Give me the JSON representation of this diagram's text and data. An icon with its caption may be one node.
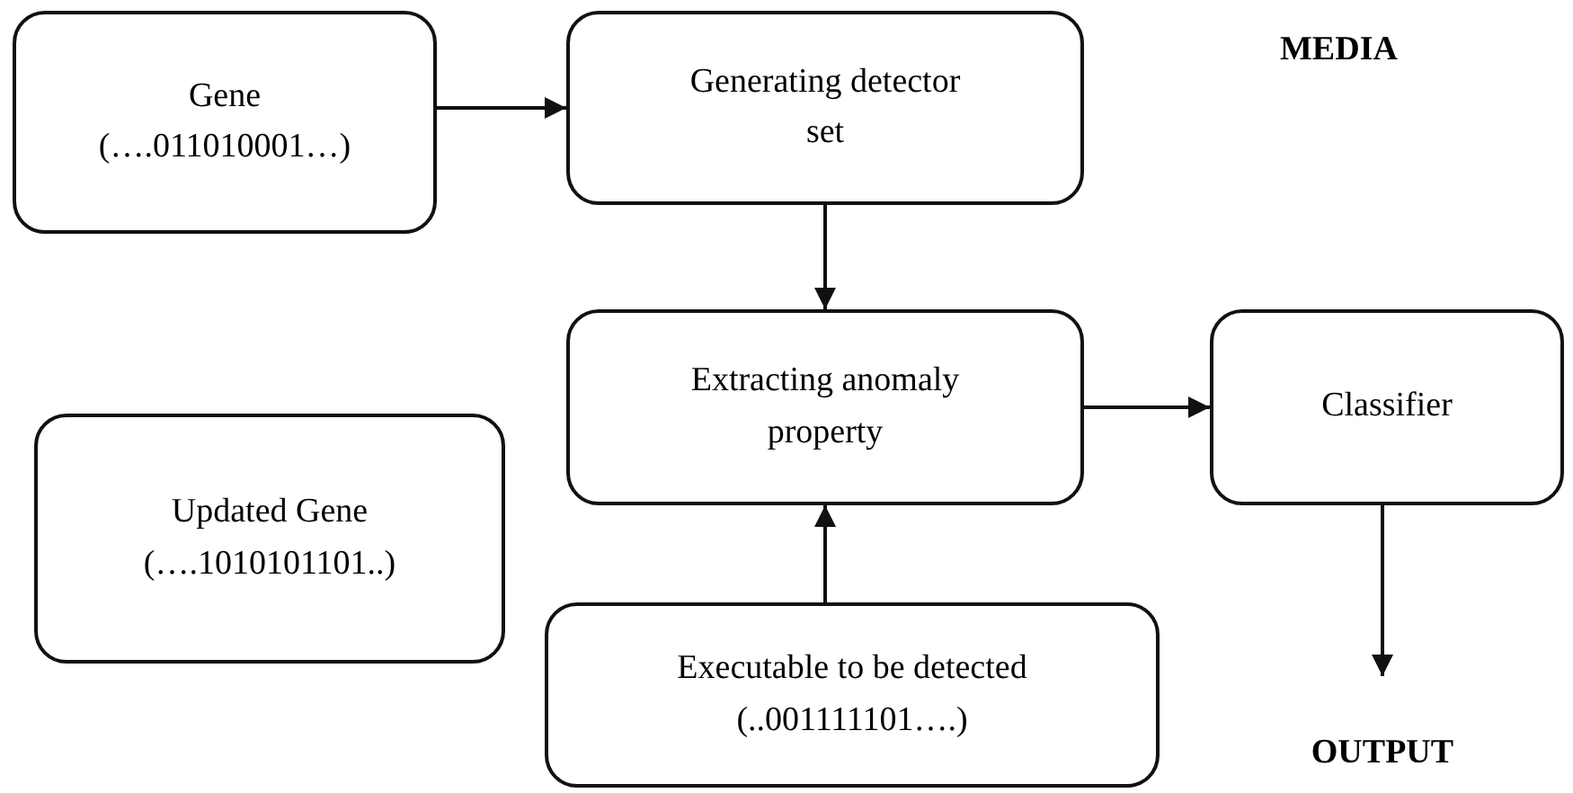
{
  "diagram": {
    "nodes": [
      {
        "text": [
          "Gene",
          "(….011010001…)"
        ]
      },
      {
        "text": [
          "Generating detector set"
        ]
      },
      {
        "text": [
          "Extracting anomaly property"
        ]
      },
      {
        "text": [
          "Classifier"
        ]
      },
      {
        "text": [
          "Updated Gene",
          "(….1010101101..)"
        ]
      },
      {
        "text": [
          "Executable to be detected",
          "(..001111101….)"
        ]
      },
      {
        "text": [
          "OUTPUT"
        ]
      }
    ],
    "edges": [
      {
        "from": 0,
        "to": 1,
        "arrow": "to"
      },
      {
        "from": 1,
        "to": 2,
        "arrow": "to"
      },
      {
        "from": 2,
        "to": 3,
        "arrow": "to"
      },
      {
        "from": 5,
        "to": 2,
        "arrow": "to"
      },
      {
        "from": 3,
        "to": 6,
        "arrow": "to"
      }
    ],
    "labels": [
      "MEDIA"
    ]
  }
}
